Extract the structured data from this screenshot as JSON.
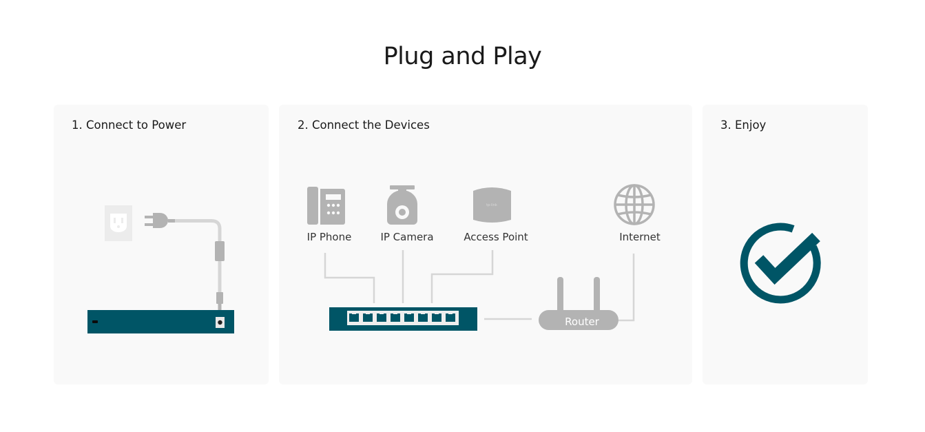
{
  "title": "Plug and Play",
  "steps": [
    {
      "label": "1. Connect to Power"
    },
    {
      "label": "2. Connect the Devices"
    },
    {
      "label": "3. Enjoy"
    }
  ],
  "devices": {
    "ip_phone": "IP Phone",
    "ip_camera": "IP Camera",
    "access_point": "Access Point",
    "internet": "Internet",
    "router": "Router"
  },
  "icons": [
    "power-outlet-icon",
    "power-plug-icon",
    "switch-icon",
    "ip-phone-icon",
    "ip-camera-icon",
    "access-point-icon",
    "globe-icon",
    "router-icon",
    "checkmark-icon"
  ],
  "colors": {
    "accent": "#005566",
    "device_gray": "#b3b3b3",
    "line_gray": "#d6d6d6",
    "panel_bg": "#f9f9f9"
  }
}
